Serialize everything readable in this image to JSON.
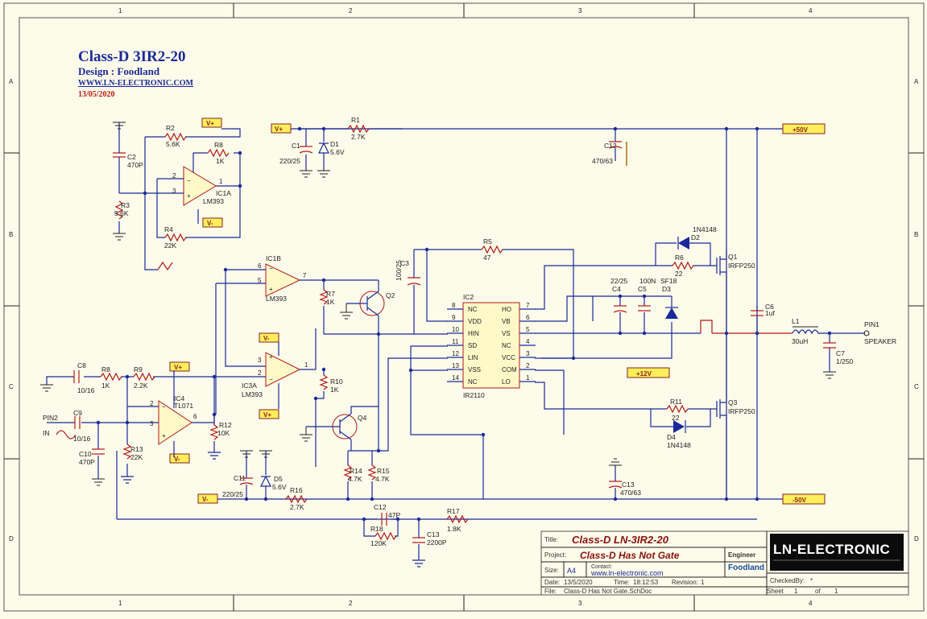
{
  "header": {
    "title": "Class-D 3IR2-20",
    "design": "Design : Foodland",
    "website": "WWW.LN-ELECTRONIC.COM",
    "date": "13/05/2020"
  },
  "border": {
    "columns": [
      "1",
      "2",
      "3",
      "4"
    ],
    "rows": [
      "A",
      "B",
      "C",
      "D"
    ]
  },
  "ports": {
    "vplus": "V+",
    "vminus": "V-",
    "p50": "+50V",
    "m50": "-50V",
    "p12": "+12V"
  },
  "ic2": {
    "ref": "IC2",
    "part": "IR2110",
    "left_pins": [
      {
        "num": "8",
        "name": "NC"
      },
      {
        "num": "9",
        "name": "VDD"
      },
      {
        "num": "10",
        "name": "HIN"
      },
      {
        "num": "11",
        "name": "SD"
      },
      {
        "num": "12",
        "name": "LIN"
      },
      {
        "num": "13",
        "name": "VSS"
      },
      {
        "num": "14",
        "name": "NC"
      }
    ],
    "right_pins": [
      {
        "num": "7",
        "name": "HO"
      },
      {
        "num": "6",
        "name": "VB"
      },
      {
        "num": "5",
        "name": "VS"
      },
      {
        "num": "4",
        "name": "NC"
      },
      {
        "num": "3",
        "name": "VCC"
      },
      {
        "num": "2",
        "name": "COM"
      },
      {
        "num": "1",
        "name": "LO"
      }
    ]
  },
  "components": {
    "R2": [
      "R2",
      "5.6K"
    ],
    "R8": [
      "R8",
      "1K"
    ],
    "C2": [
      "C2",
      "470P"
    ],
    "IC1A": [
      "IC1A",
      "LM393"
    ],
    "R3": [
      "R3",
      "5.6K"
    ],
    "R4": [
      "R4",
      "22K"
    ],
    "C1": [
      "C1",
      "220/25"
    ],
    "D1": [
      "D1",
      "5.6V"
    ],
    "R1": [
      "R1",
      "2.7K"
    ],
    "C12": [
      "C12",
      "470/63"
    ],
    "IC1B": [
      "IC1B",
      "LM393"
    ],
    "R7": [
      "R7",
      "1K"
    ],
    "Q2": [
      "Q2",
      ""
    ],
    "C3": [
      "C3",
      "100/25"
    ],
    "R5": [
      "R5",
      "47"
    ],
    "D2": [
      "D2",
      "1N4148"
    ],
    "R6": [
      "R6",
      "22"
    ],
    "Q1": [
      "Q1",
      "IRFP250"
    ],
    "C4": [
      "C4",
      "22/25"
    ],
    "C5": [
      "C5",
      "100N"
    ],
    "D3": [
      "D3",
      "SF18"
    ],
    "C6": [
      "C6",
      "1uf"
    ],
    "L1": [
      "L1",
      "30uH"
    ],
    "C7": [
      "C7",
      "1/250"
    ],
    "PIN1": [
      "PIN1",
      "SPEAKER"
    ],
    "C8": [
      "C8",
      "10/16"
    ],
    "R8b": [
      "R8",
      "1K"
    ],
    "R9": [
      "R9",
      "2.2K"
    ],
    "IC3A": [
      "IC3A",
      "LM393"
    ],
    "R10": [
      "R10",
      "1K"
    ],
    "IC4": [
      "IC4",
      "TL071"
    ],
    "R12": [
      "R12",
      "10K"
    ],
    "PIN2": [
      "PIN2",
      "IN"
    ],
    "C9": [
      "C9",
      "10/16"
    ],
    "C10": [
      "C10",
      "470P"
    ],
    "R13": [
      "R13",
      "22K"
    ],
    "Q4": [
      "Q4",
      ""
    ],
    "R11": [
      "R11",
      "22"
    ],
    "D4": [
      "D4",
      "1N4148"
    ],
    "Q3": [
      "Q3",
      "IRFP250"
    ],
    "C11": [
      "C11",
      "220/25"
    ],
    "D5": [
      "D5",
      "5.6V"
    ],
    "R16": [
      "R16",
      "2.7K"
    ],
    "R14": [
      "R14",
      "4.7K"
    ],
    "R15": [
      "R15",
      "4.7K"
    ],
    "C13": [
      "C13",
      "470/63"
    ],
    "C12b": [
      "C12",
      "47P"
    ],
    "R18": [
      "R18",
      "120K"
    ],
    "C13b": [
      "C13",
      "2200P"
    ],
    "R17": [
      "R17",
      "1.8K"
    ]
  },
  "title_block": {
    "title_label": "Title:",
    "title": "Class-D LN-3IR2-20",
    "project_label": "Project:",
    "project": "Class-D Has Not Gate",
    "engineer_label": "Engineer",
    "engineer": "Foodland",
    "size_label": "Size:",
    "size": "A4",
    "contact_label": "Contact:",
    "contact": "www.ln-electronic.com",
    "date_label": "Date:",
    "date": "13/5/2020",
    "time_label": "Time:",
    "time": "18:12:53",
    "revision_label": "Revision:",
    "revision": "1",
    "file_label": "File:",
    "file": "Class-D Has Not Gate.SchDoc",
    "logo": "LN-ELECTRONIC",
    "checked_label": "CheckedBy:",
    "checked": "*",
    "sheet_label": "Sheet",
    "sheet": "1",
    "of_label": "of",
    "sheets": "1"
  }
}
